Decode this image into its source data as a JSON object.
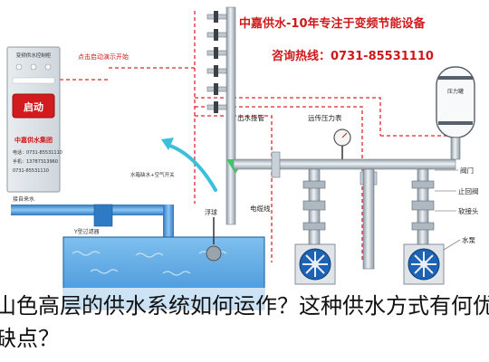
{
  "heading": {
    "line1": "中嘉供水-10年专注于变频节能设备",
    "line2": "咨询热线：0731-85531110"
  },
  "panel": {
    "title": "变频供水控制柜",
    "annotation": "点击启动演示开始",
    "start_button": "启动",
    "company": "中嘉供水集团",
    "contact_lines": [
      "电话：0731-85531110",
      "手机：13787313960",
      "0731-85531110"
    ]
  },
  "labels": {
    "pressure_tank": "压力罐",
    "outlet_pipe": "出水接管",
    "pressure_transmitter": "远传压力表",
    "cable": "电缆线",
    "check_valve": "止回阀",
    "gate_valve": "阀门",
    "flex_joint": "软接头",
    "pump": "水泵",
    "float_ball": "浮球",
    "y_filter": "Y型过滤器",
    "inlet": "接自来水",
    "alarm": "水箱缺水+空气开关"
  },
  "caption": "山色高层的供水系统如何运作？这种供水方式有何优缺点？",
  "colors": {
    "accent_red": "#d0181a",
    "pipe_blue": "#3a8fd8",
    "water_blue": "#5aaae6",
    "steel": "#b9c3cc"
  }
}
